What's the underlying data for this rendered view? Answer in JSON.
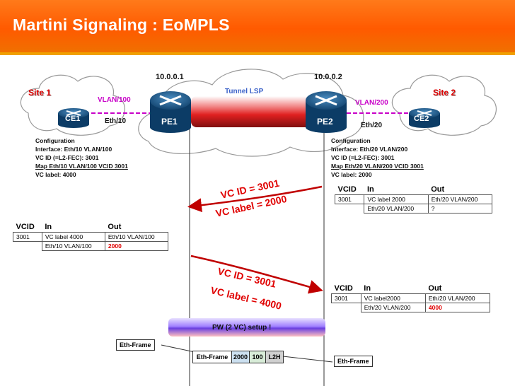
{
  "title": "Martini Signaling : EoMPLS",
  "topology": {
    "pe1_ip": "10.0.0.1",
    "pe2_ip": "10.0.0.2",
    "tunnel_label": "Tunnel LSP",
    "site1": "Site 1",
    "site2": "Site 2",
    "ce1": "CE1",
    "ce2": "CE2",
    "pe1": "PE1",
    "pe2": "PE2",
    "vlan_left": "VLAN/100",
    "vlan_right": "VLAN/200",
    "eth_left": "Eth/10",
    "eth_right": "Eth/20"
  },
  "config_left": {
    "lines": [
      "Configuration",
      "Interface: Eth/10 VLAN/100",
      "VC ID (=L2-FEC): 3001",
      "Map Eth/10 VLAN/100 VCID 3001",
      "VC label: 4000"
    ]
  },
  "config_right": {
    "lines": [
      "Configuration",
      "Interface: Eth/20 VLAN/200",
      "VC ID (=L2-FEC): 3001",
      "Map Eth/20 VLAN/200 VCID 3001",
      "VC label: 2000"
    ]
  },
  "table_pe2_initial": {
    "headers": [
      "VCID",
      "In",
      "Out"
    ],
    "rows": [
      [
        "3001",
        "VC label 2000",
        "Eth/20 VLAN/200"
      ],
      [
        "",
        "Eth/20 VLAN/200",
        "?"
      ]
    ]
  },
  "table_pe1": {
    "headers": [
      "VCID",
      "In",
      "Out"
    ],
    "rows": [
      [
        "3001",
        "VC label 4000",
        "Eth/10 VLAN/100"
      ],
      [
        "",
        "Eth/10 VLAN/100",
        "2000"
      ]
    ]
  },
  "table_pe2_final": {
    "headers": [
      "VCID",
      "In",
      "Out"
    ],
    "rows": [
      [
        "3001",
        "VC label2000",
        "Eth/20 VLAN/200"
      ],
      [
        "",
        "Eth/20 VLAN/200",
        "4000"
      ]
    ]
  },
  "msg_to_pe1": {
    "line1": "VC ID = 3001",
    "line2": "VC label = 2000"
  },
  "msg_to_pe2": {
    "line1": "VC ID = 3001",
    "line2": "VC label = 4000"
  },
  "pw_label": "PW (2 VC) setup !",
  "frame_left": "Eth-Frame",
  "frame_right": "Eth-Frame",
  "packet": [
    "Eth-Frame",
    "2000",
    "100",
    "L2H"
  ],
  "colors": {
    "header": "#ff6600",
    "accent_red": "#e00000",
    "vlan_purple": "#c800c8",
    "router_blue": "#1d5b8c"
  }
}
